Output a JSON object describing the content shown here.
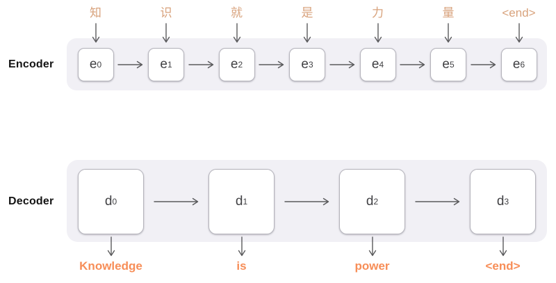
{
  "encoder": {
    "label": "Encoder",
    "columns": [
      {
        "input": "知",
        "node_base": "e",
        "node_sub": "0"
      },
      {
        "input": "识",
        "node_base": "e",
        "node_sub": "1"
      },
      {
        "input": "就",
        "node_base": "e",
        "node_sub": "2"
      },
      {
        "input": "是",
        "node_base": "e",
        "node_sub": "3"
      },
      {
        "input": "力",
        "node_base": "e",
        "node_sub": "4"
      },
      {
        "input": "量",
        "node_base": "e",
        "node_sub": "5"
      },
      {
        "input": "<end>",
        "node_base": "e",
        "node_sub": "6"
      }
    ]
  },
  "decoder": {
    "label": "Decoder",
    "columns": [
      {
        "node_base": "d",
        "node_sub": "0",
        "output": "Knowledge"
      },
      {
        "node_base": "d",
        "node_sub": "1",
        "output": "is"
      },
      {
        "node_base": "d",
        "node_sub": "2",
        "output": "power"
      },
      {
        "node_base": "d",
        "node_sub": "3",
        "output": "<end>"
      }
    ]
  },
  "colors": {
    "page_bg": "#ffffff",
    "container_bg": "#f1f0f5",
    "box_border": "#b5b4bc",
    "node_text": "#414144",
    "arrow": "#5a5a5c",
    "input_label": "#d8a27c",
    "output_label": "#f78e58",
    "section_label": "#141414"
  }
}
